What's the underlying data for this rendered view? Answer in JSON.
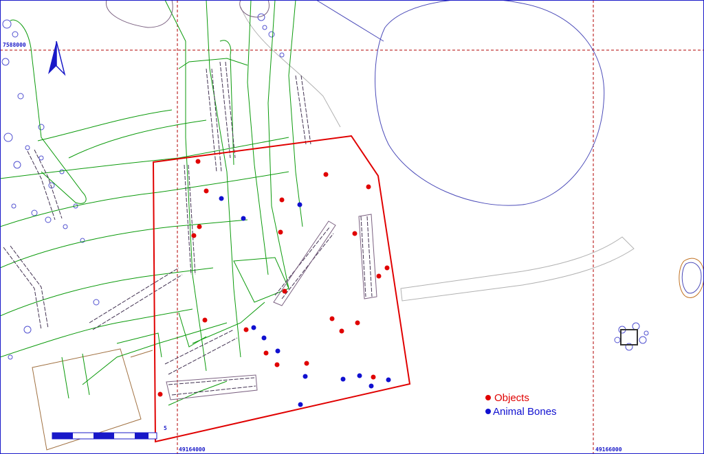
{
  "map": {
    "coordinates": {
      "northing_left": "7588000",
      "easting_bottom_1": "49164000",
      "easting_bottom_2": "49166000"
    },
    "scale_bar": {
      "label": "5"
    },
    "north_arrow": {
      "icon": "north-arrow-icon"
    },
    "legend": {
      "items": [
        {
          "label": "Objects",
          "color": "#e00000"
        },
        {
          "label": "Animal Bones",
          "color": "#1010d0"
        }
      ]
    },
    "colors": {
      "excavation_boundary": "#e00000",
      "features_outline": "#0a9a0a",
      "grid": "#b00000",
      "contours": "#4040c0"
    },
    "finds": {
      "objects": [
        [
          288,
          235
        ],
        [
          300,
          278
        ],
        [
          290,
          330
        ],
        [
          282,
          343
        ],
        [
          410,
          291
        ],
        [
          474,
          254
        ],
        [
          536,
          272
        ],
        [
          408,
          338
        ],
        [
          516,
          340
        ],
        [
          563,
          390
        ],
        [
          551,
          402
        ],
        [
          414,
          424
        ],
        [
          298,
          466
        ],
        [
          483,
          464
        ],
        [
          520,
          470
        ],
        [
          497,
          482
        ],
        [
          358,
          480
        ],
        [
          387,
          514
        ],
        [
          403,
          531
        ],
        [
          446,
          529
        ],
        [
          543,
          549
        ],
        [
          233,
          574
        ]
      ],
      "animal_bones": [
        [
          322,
          289
        ],
        [
          436,
          298
        ],
        [
          354,
          318
        ],
        [
          369,
          477
        ],
        [
          384,
          492
        ],
        [
          404,
          511
        ],
        [
          444,
          548
        ],
        [
          499,
          552
        ],
        [
          523,
          547
        ],
        [
          540,
          562
        ],
        [
          565,
          553
        ],
        [
          437,
          589
        ]
      ]
    }
  }
}
